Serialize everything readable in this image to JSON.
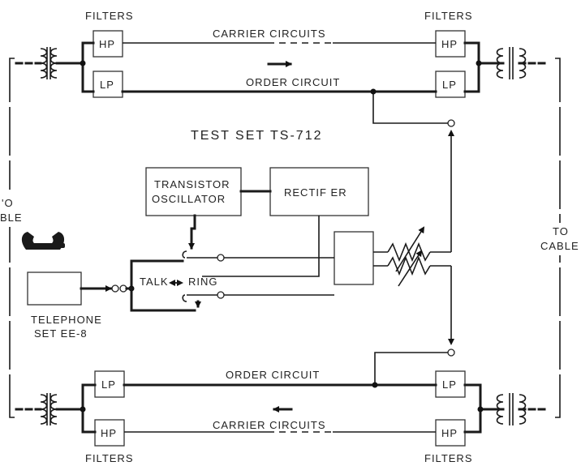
{
  "labels": {
    "filters": "FILTERS",
    "hp": "HP",
    "lp": "LP",
    "carrier_circuits": "CARRIER CIRCUITS",
    "order_circuit": "ORDER CIRCUIT",
    "test_set": "TEST SET TS-712",
    "transistor": "TRANSISTOR",
    "oscillator": "OSCILLATOR",
    "rectifier": "RECTIF ER",
    "talk": "TALK",
    "ring": "RING",
    "telephone": "TELEPHONE",
    "set_ee8": "SET EE-8",
    "to": "TO",
    "cable": "CABLE",
    "o_left": "'O",
    "ble_left": "BLE"
  }
}
